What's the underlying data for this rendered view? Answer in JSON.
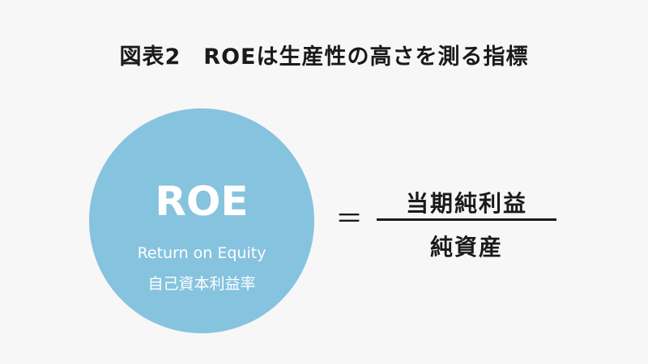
{
  "title": "図表2　ROEは生産性の高さを測る指標",
  "circle": {
    "abbreviation": "ROE",
    "english_name": "Return on Equity",
    "japanese_name": "自己資本利益率",
    "color": "#86c3df"
  },
  "formula": {
    "operator": "＝",
    "numerator": "当期純利益",
    "denominator": "純資産"
  }
}
